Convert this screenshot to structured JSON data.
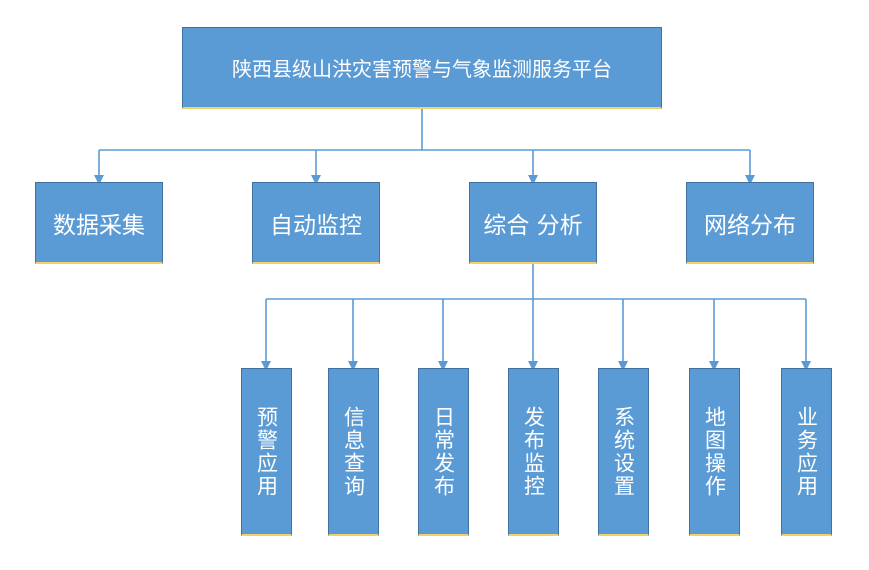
{
  "root": {
    "title": "陕西县级山洪灾害预警与气象监测服务平台"
  },
  "modules": [
    {
      "label": "数据采集"
    },
    {
      "label": "自动监控"
    },
    {
      "label": "综合 分析"
    },
    {
      "label": "网络分布"
    }
  ],
  "sub_modules": [
    {
      "label": "预警应用"
    },
    {
      "label": "信息查询"
    },
    {
      "label": "日常发布"
    },
    {
      "label": "发布监控"
    },
    {
      "label": "系统设置"
    },
    {
      "label": "地图操作"
    },
    {
      "label": "业务应用"
    }
  ],
  "colors": {
    "box_fill": "#5B9BD5",
    "box_border": "#41719C",
    "box_bottom": "#F2D16B",
    "connector": "#5B9BD5"
  }
}
